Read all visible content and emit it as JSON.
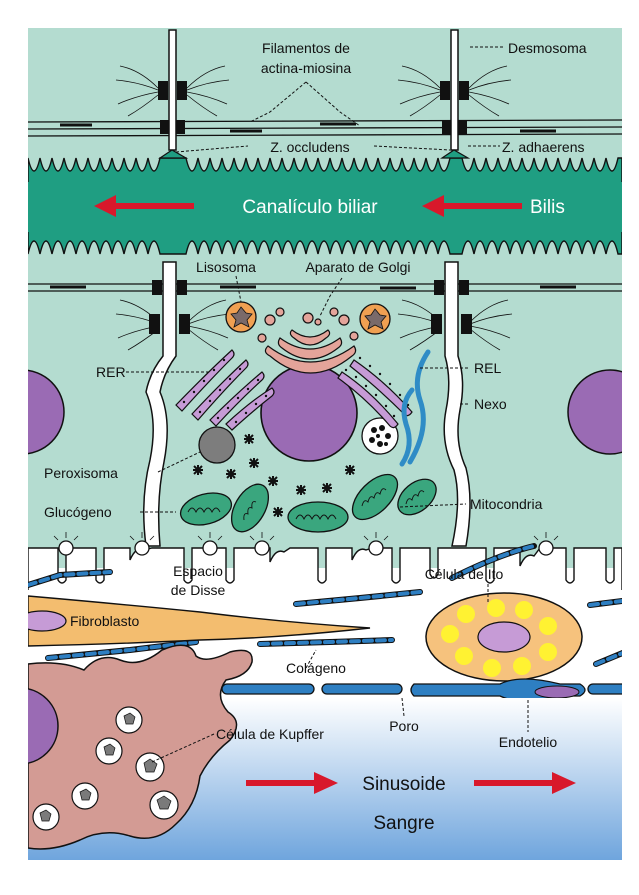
{
  "labels": {
    "filamentos_1": "Filamentos de",
    "filamentos_2": "actina-miosina",
    "desmosoma": "Desmosoma",
    "z_occludens": "Z. occludens",
    "z_adhaerens": "Z. adhaerens",
    "canaliculo": "Canalículo biliar",
    "bilis": "Bilis",
    "lisosoma": "Lisosoma",
    "golgi": "Aparato de Golgi",
    "rer": "RER",
    "rel": "REL",
    "nexo": "Nexo",
    "peroxisoma": "Peroxisoma",
    "glucogeno": "Glucógeno",
    "mitocondria": "Mitocondria",
    "espacio_1": "Espacio",
    "espacio_2": "de Disse",
    "ito": "Célula de Ito",
    "fibroblasto": "Fibroblasto",
    "colageno": "Colágeno",
    "kupffer": "Célula de Kupffer",
    "poro": "Poro",
    "endotelio": "Endotelio",
    "sinusoide": "Sinusoide",
    "sangre": "Sangre"
  },
  "colors": {
    "cytoplasm": "#b4dcd0",
    "canaliculus": "#1f9e82",
    "nucleus": "#9a6bb4",
    "golgi": "#e4a49a",
    "lysosome": "#f0a052",
    "rer": "#c69bd6",
    "rel": "#2f8cc6",
    "mitochondria": "#3aa67e",
    "fibroblast": "#f3bd6f",
    "ito": "#f6c27d",
    "ito_droplets": "#fff232",
    "kupffer": "#d39b94",
    "endothelium": "#2e7fc2",
    "blood_top": "#ffffff",
    "blood_bottom": "#6fa5dd",
    "arrow": "#d8182b"
  },
  "icons": [
    "flow-arrow-left-icon",
    "flow-arrow-right-icon"
  ]
}
